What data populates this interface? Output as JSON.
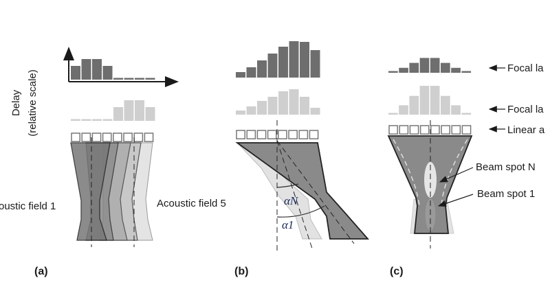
{
  "colors": {
    "dark_bar": "#6e6e6e",
    "light_bar": "#cfcfcf",
    "dark_beam": "#8a8a8a",
    "light_beam": "#e0e0e0",
    "outline": "#2a2a2a"
  },
  "panel_a": {
    "label": "(a)",
    "axis_label_line1": "Delay",
    "axis_label_line2": "(relative scale)",
    "delays_field_1": [
      2,
      3,
      3,
      2,
      0,
      0,
      0,
      0
    ],
    "delays_field_5": [
      0,
      0,
      0,
      0,
      2,
      3,
      3,
      2
    ],
    "field_1_label": "oustic field 1",
    "field_5_label": "Acoustic field 5"
  },
  "panel_b": {
    "label": "(b)",
    "delays_dark": [
      8,
      15,
      25,
      35,
      45,
      53,
      52,
      40
    ],
    "delays_light": [
      6,
      12,
      20,
      26,
      34,
      37,
      26,
      10
    ],
    "angle_n": "αN",
    "angle_1": "α1"
  },
  "panel_c": {
    "label": "(c)",
    "delays_dark": [
      1,
      4,
      8,
      12,
      12,
      8,
      4,
      1
    ],
    "delays_light": [
      2,
      13,
      26,
      40,
      40,
      26,
      13,
      2
    ],
    "focal_law_n_label": "Focal la",
    "focal_law_1_label": "Focal la",
    "array_label": "Linear a",
    "beam_spot_n_label": "Beam spot N",
    "beam_spot_1_label": "Beam spot 1"
  }
}
